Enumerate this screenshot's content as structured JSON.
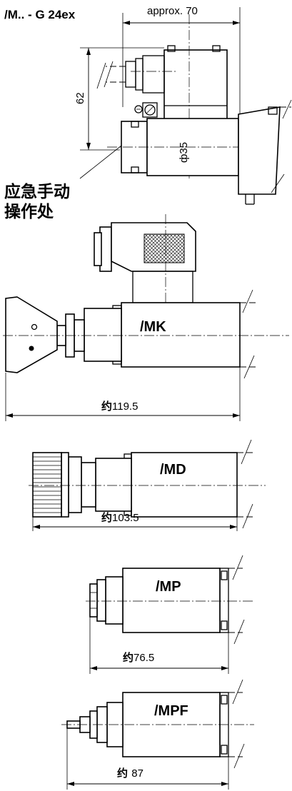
{
  "header": {
    "title": "/M.. - G 24ex",
    "approx_width": "approx. 70"
  },
  "top_view": {
    "height_dim": "62",
    "diameter_dim": "ф35",
    "emergency_label_line1": "应急手动",
    "emergency_label_line2": "操作处"
  },
  "variants": [
    {
      "name": "/MK",
      "prefix": "约",
      "length": "119.5"
    },
    {
      "name": "/MD",
      "prefix": "约",
      "length": "103.5"
    },
    {
      "name": "/MP",
      "prefix": "约",
      "length": "76.5"
    },
    {
      "name": "/MPF",
      "prefix": "约 ",
      "length": "87"
    }
  ]
}
